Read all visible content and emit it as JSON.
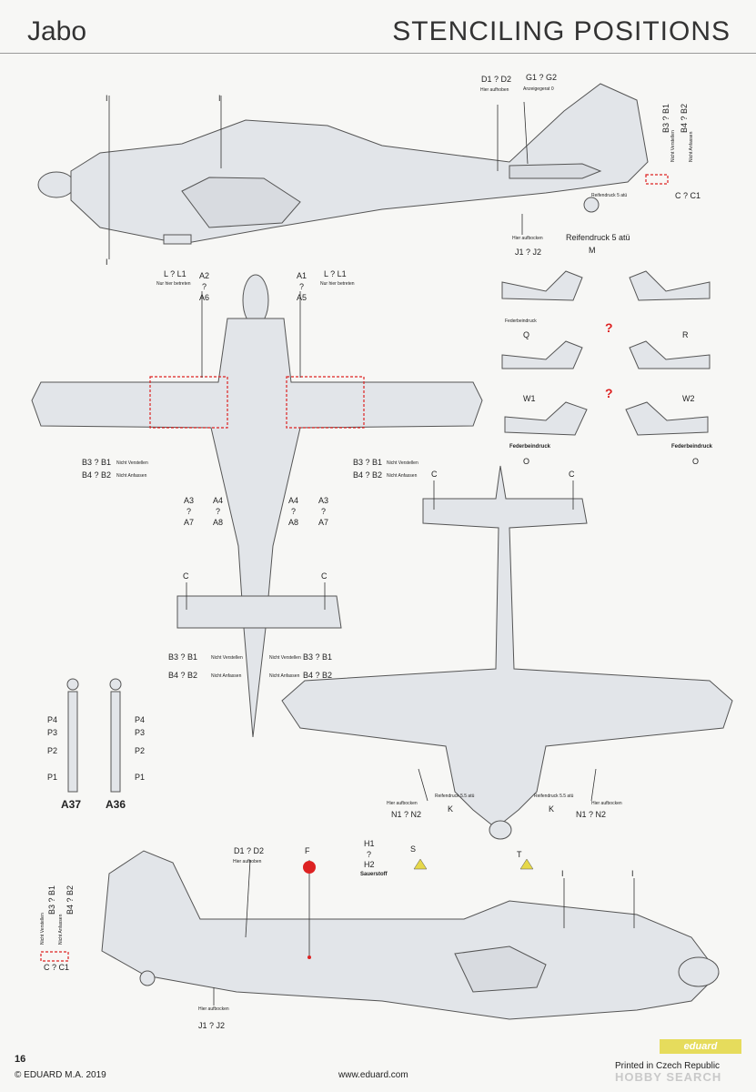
{
  "header": {
    "left_title": "Jabo",
    "right_title": "STENCILING POSITIONS"
  },
  "labels": {
    "d1d2": "D1 ? D2",
    "hier_aufhoben": "Hier aufhoben",
    "g1g2": "G1 ? G2",
    "anzeigegerat": "Anzeigegerat 0",
    "b3b1": "B3 ? B1",
    "b4b2": "B4 ? B2",
    "nicht_verstellen": "Nicht Verstellen",
    "nicht_anfassen": "Nicht Anfassen",
    "cc1": "C ? C1",
    "c": "C",
    "i": "I",
    "hier_aufbocken": "Hier aufbocken",
    "j1j2": "J1 ? J2",
    "reifendruck5": "Reifendruck 5 atü",
    "reifendruck5_small": "Reifendruck 5 atü",
    "m": "M",
    "ll1": "L ? L1",
    "nur_hier_betreten": "Nur hier betreten",
    "a2": "A2",
    "a6": "A6",
    "a1": "A1",
    "a5": "A5",
    "a3": "A3",
    "a7": "A7",
    "a4": "A4",
    "a8": "A8",
    "q": "?",
    "qq": "Q",
    "r": "R",
    "w1": "W1",
    "w2": "W2",
    "o": "O",
    "federbeindruck": "Federbeindruck",
    "p1": "P1",
    "p2": "P2",
    "p3": "P3",
    "p4": "P4",
    "a37": "A37",
    "a36": "A36",
    "reifendruck55": "Reifendruck 5.5 atü",
    "k": "K",
    "n1n2": "N1 ? N2",
    "f": "F",
    "h1": "H1",
    "h2": "H2",
    "sauerstoff": "Sauerstoff",
    "s": "S",
    "t": "T"
  },
  "footer": {
    "page": "16",
    "copyright": "© EDUARD M.A. 2019",
    "url": "www.eduard.com",
    "printed": "Printed in Czech Republic",
    "logo": "eduard",
    "watermark": "HOBBY SEARCH"
  },
  "colors": {
    "aircraft": "#e2e5e9",
    "outline": "#555555",
    "stencil_red": "#d22222",
    "callout": "#333333"
  }
}
